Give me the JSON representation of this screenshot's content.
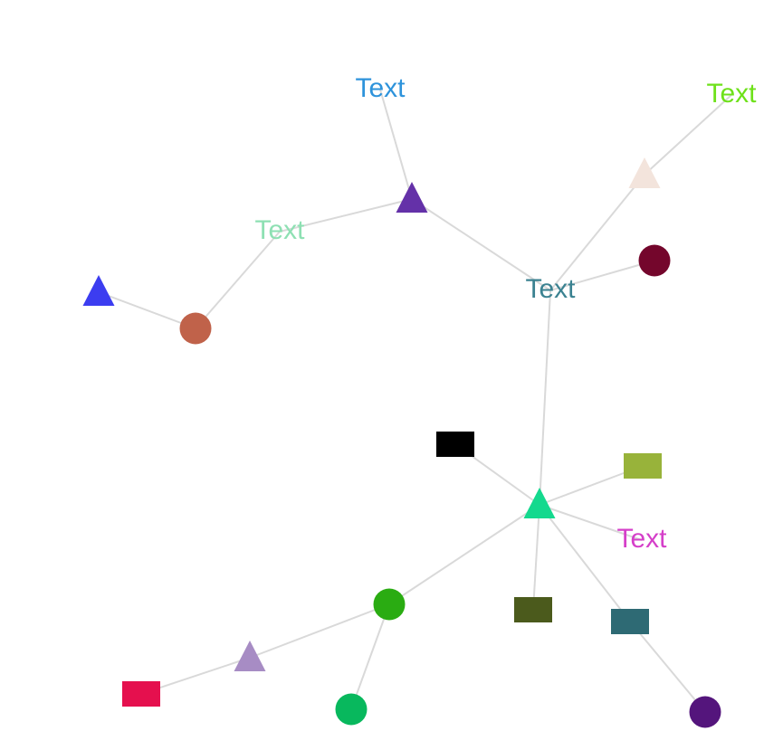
{
  "nodes": [
    {
      "id": "n1",
      "type": "text",
      "text": "Text",
      "color": "#2e93db"
    },
    {
      "id": "n2",
      "type": "text",
      "text": "Text",
      "color": "#6ee11a"
    },
    {
      "id": "n3",
      "type": "triangle",
      "color": "#6431a8"
    },
    {
      "id": "n4",
      "type": "triangle",
      "color": "#f3e4dc"
    },
    {
      "id": "n5",
      "type": "text",
      "text": "Text",
      "color": "#8ee0b3"
    },
    {
      "id": "n6",
      "type": "circle",
      "color": "#74062c"
    },
    {
      "id": "n7",
      "type": "text",
      "text": "Text",
      "color": "#3b8291"
    },
    {
      "id": "n8",
      "type": "triangle",
      "color": "#3c3df0"
    },
    {
      "id": "n9",
      "type": "circle",
      "color": "#c0624a"
    },
    {
      "id": "n10",
      "type": "rect",
      "color": "#000000"
    },
    {
      "id": "n11",
      "type": "rect",
      "color": "#98b33a"
    },
    {
      "id": "n12",
      "type": "triangle",
      "color": "#14d98e"
    },
    {
      "id": "n13",
      "type": "text",
      "text": "Text",
      "color": "#d53fc9"
    },
    {
      "id": "n14",
      "type": "circle",
      "color": "#2aac12"
    },
    {
      "id": "n15",
      "type": "rect",
      "color": "#4b5a1c"
    },
    {
      "id": "n16",
      "type": "rect",
      "color": "#2e6a74"
    },
    {
      "id": "n17",
      "type": "triangle",
      "color": "#a78cc4"
    },
    {
      "id": "n18",
      "type": "rect",
      "color": "#e5104e"
    },
    {
      "id": "n19",
      "type": "circle",
      "color": "#08b85d"
    },
    {
      "id": "n20",
      "type": "circle",
      "color": "#54157c"
    }
  ],
  "edges": [
    [
      "n1",
      "n3"
    ],
    [
      "n3",
      "n5"
    ],
    [
      "n3",
      "n7"
    ],
    [
      "n5",
      "n9"
    ],
    [
      "n8",
      "n9"
    ],
    [
      "n2",
      "n4"
    ],
    [
      "n4",
      "n7"
    ],
    [
      "n6",
      "n7"
    ],
    [
      "n7",
      "n12"
    ],
    [
      "n10",
      "n12"
    ],
    [
      "n11",
      "n12"
    ],
    [
      "n13",
      "n12"
    ],
    [
      "n14",
      "n12"
    ],
    [
      "n15",
      "n12"
    ],
    [
      "n16",
      "n12"
    ],
    [
      "n16",
      "n20"
    ],
    [
      "n14",
      "n17"
    ],
    [
      "n17",
      "n18"
    ],
    [
      "n14",
      "n19"
    ]
  ]
}
